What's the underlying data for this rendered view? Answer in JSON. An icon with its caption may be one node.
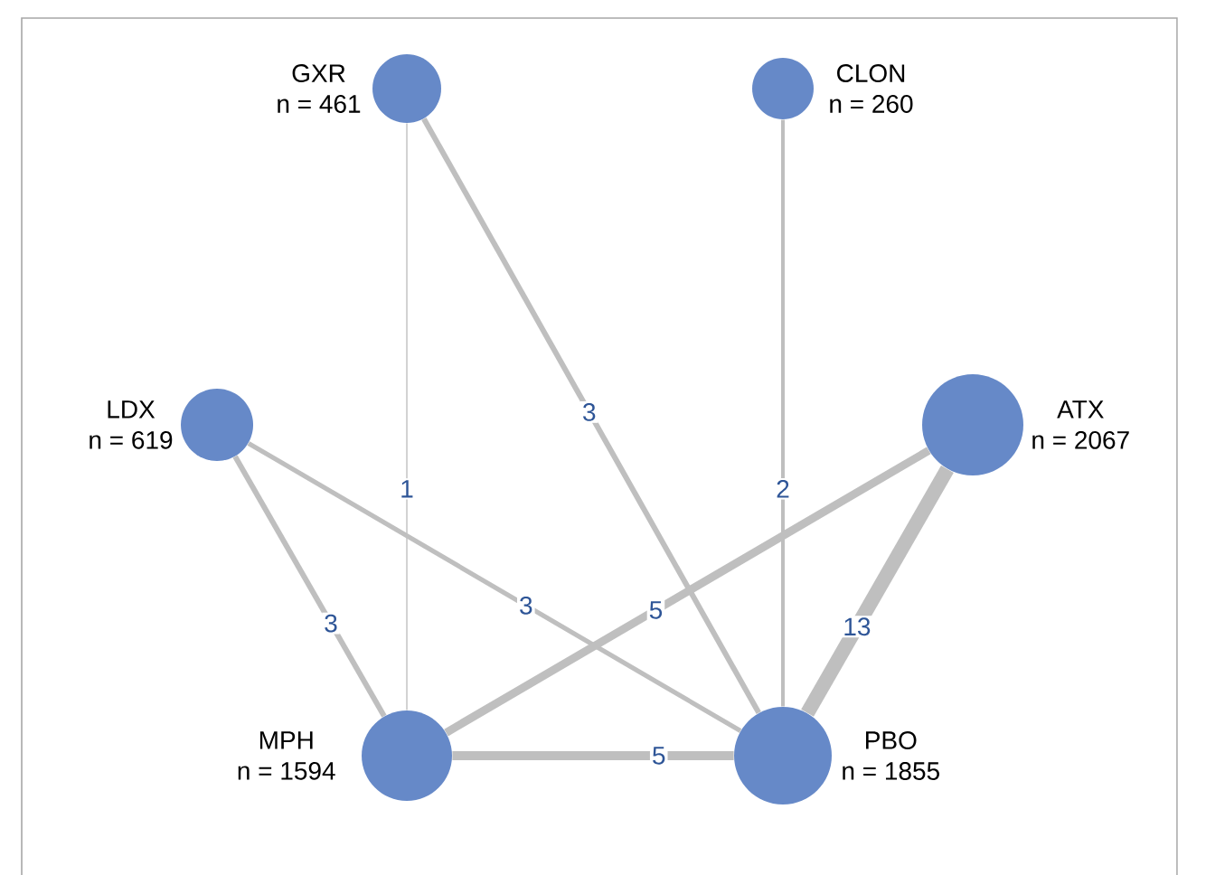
{
  "diagram": {
    "nodes": [
      {
        "text": [],
        "shape": "circle",
        "beside": [
          "GXR",
          "n = 461"
        ]
      },
      {
        "text": [],
        "shape": "circle",
        "beside": [
          "CLON",
          "n = 260"
        ]
      },
      {
        "text": [],
        "shape": "circle",
        "beside": [
          "LDX",
          "n = 619"
        ]
      },
      {
        "text": [],
        "shape": "circle",
        "beside": [
          "ATX",
          "n = 2067"
        ]
      },
      {
        "text": [],
        "shape": "circle",
        "beside": [
          "MPH",
          "n = 1594"
        ]
      },
      {
        "text": [],
        "shape": "circle",
        "beside": [
          "PBO",
          "n = 1855"
        ]
      }
    ],
    "edges": [
      {
        "from": 0,
        "to": 4,
        "arrow": "none",
        "label": "1"
      },
      {
        "from": 0,
        "to": 5,
        "arrow": "none",
        "label": "3"
      },
      {
        "from": 1,
        "to": 5,
        "arrow": "none",
        "label": "2"
      },
      {
        "from": 2,
        "to": 4,
        "arrow": "none",
        "label": "3"
      },
      {
        "from": 2,
        "to": 5,
        "arrow": "none",
        "label": "3"
      },
      {
        "from": 3,
        "to": 4,
        "arrow": "none",
        "label": "5"
      },
      {
        "from": 3,
        "to": 5,
        "arrow": "none",
        "label": "13",
        "style": "thick"
      },
      {
        "from": 4,
        "to": 5,
        "arrow": "none",
        "label": "5"
      }
    ]
  }
}
